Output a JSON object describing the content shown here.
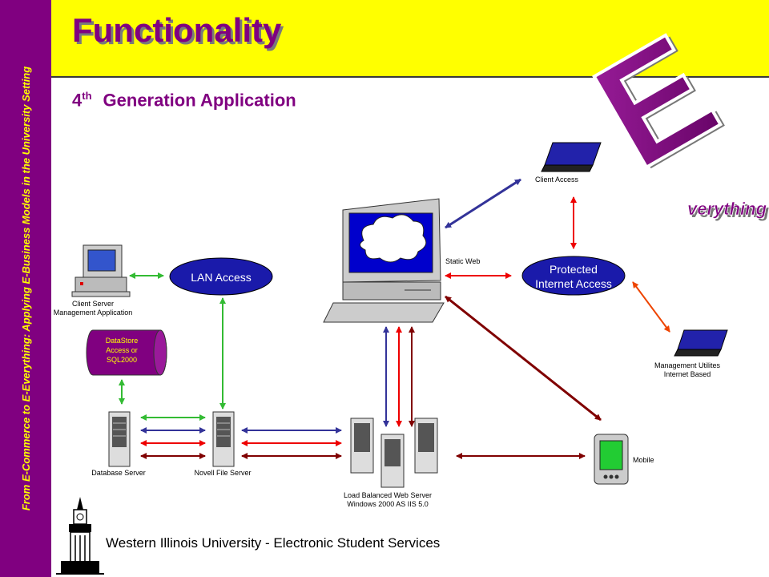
{
  "slide": {
    "title": "Functionality",
    "subtitle_main": "Generation Application",
    "subtitle_prefix": "4",
    "subtitle_sup": "th",
    "sidebar_text": "From E-Commerce to E-Everything: Applying E-Business Models in the University Setting",
    "footer": "Western Illinois University - Electronic Student Services",
    "logo_letter": "E",
    "logo_word": "verything"
  },
  "nodes": {
    "client_access": "Client Access",
    "static_web": "Static Web",
    "protected_line1": "Protected",
    "protected_line2": "Internet Access",
    "lan_access": "LAN Access",
    "client_server_line1": "Client Server",
    "client_server_line2": "Management Application",
    "datastore_line1": "DataStore",
    "datastore_line2": "Access or",
    "datastore_line3": "SQL2000",
    "mgmt_line1": "Management Utilites",
    "mgmt_line2": "Internet Based",
    "database_server": "Database Server",
    "novell_server": "Novell File Server",
    "lb_line1": "Load Balanced  Web Server",
    "lb_line2": "Windows 2000 AS IIS 5.0",
    "mobile": "Mobile"
  },
  "colors": {
    "purple": "#800080",
    "yellow": "#ffff00",
    "green": "#33bb33",
    "red": "#ee0000",
    "blue": "#333399",
    "darkred": "#800000",
    "orange": "#ee4400",
    "navy_oval": "#1a1aaa"
  }
}
